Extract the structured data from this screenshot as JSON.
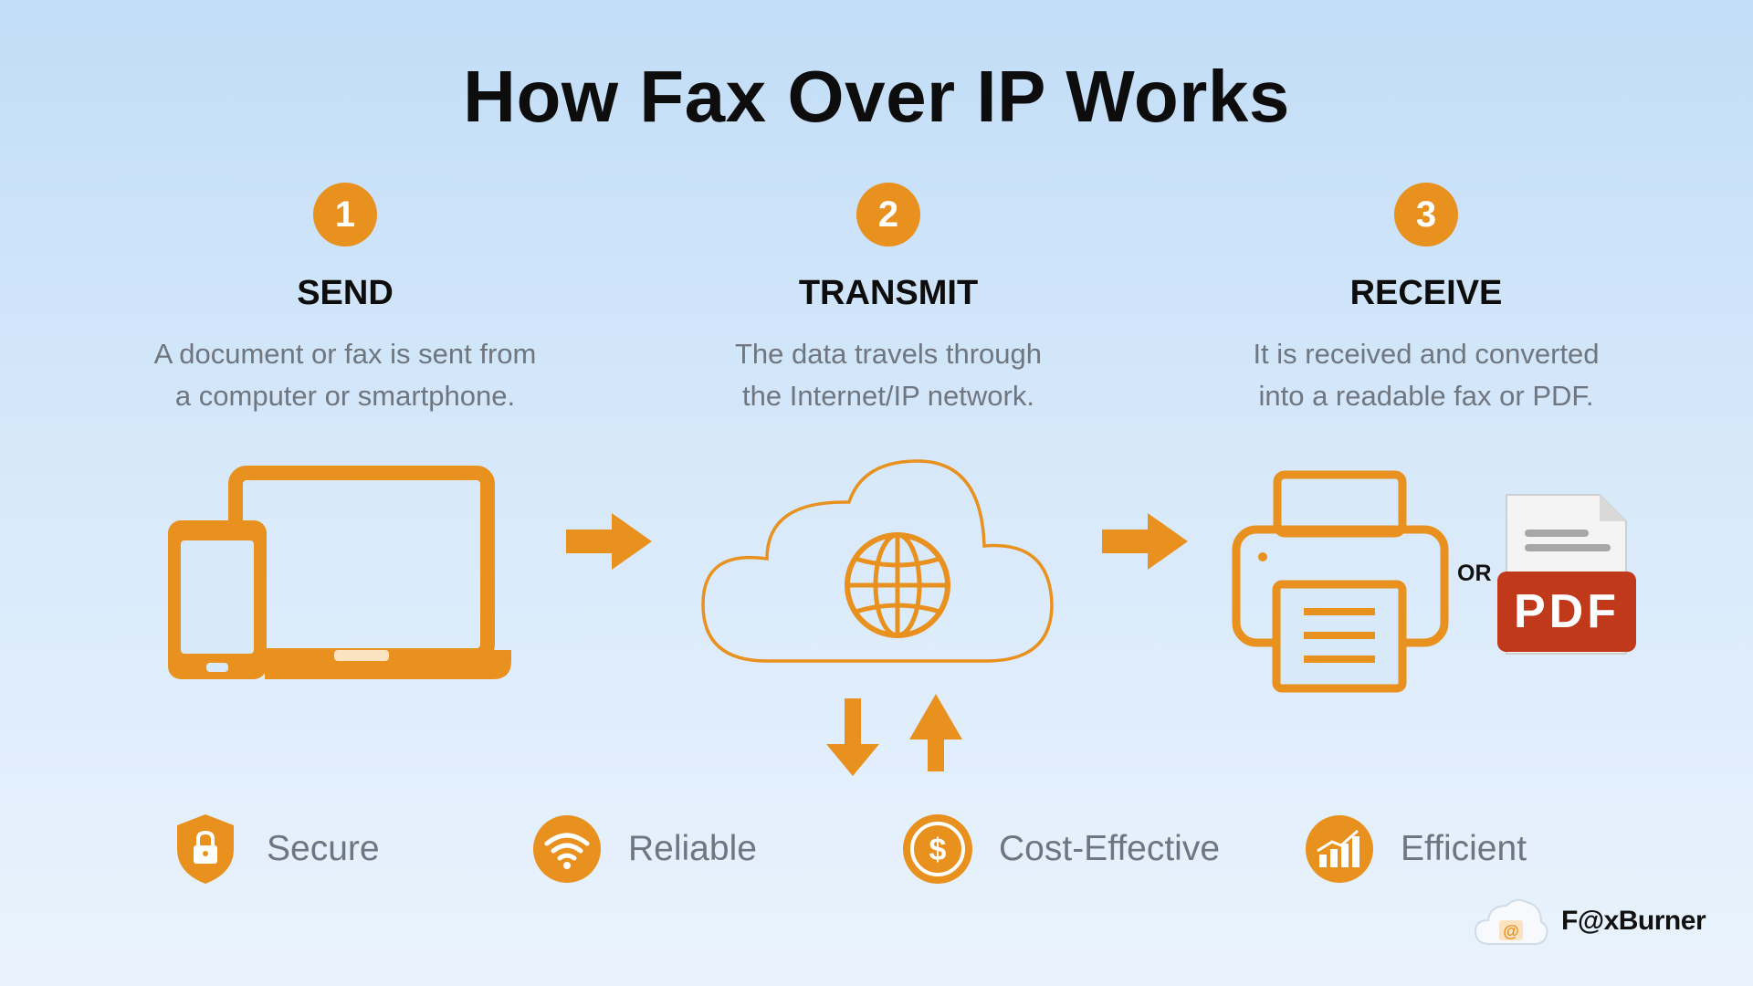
{
  "title": "How Fax Over IP Works",
  "steps": [
    {
      "number": "1",
      "title": "SEND",
      "desc_line1": "A document or fax is sent from",
      "desc_line2": "a computer or smartphone."
    },
    {
      "number": "2",
      "title": "TRANSMIT",
      "desc_line1": "The data travels through",
      "desc_line2": "the Internet/IP network."
    },
    {
      "number": "3",
      "title": "RECEIVE",
      "desc_line1": "It is received and converted",
      "desc_line2": "into a readable fax or PDF."
    }
  ],
  "receive_or": "OR",
  "pdf_label": "PDF",
  "features": [
    {
      "label": "Secure",
      "icon": "shield-lock-icon"
    },
    {
      "label": "Reliable",
      "icon": "wifi-icon"
    },
    {
      "label": "Cost-Effective",
      "icon": "dollar-coin-icon"
    },
    {
      "label": "Efficient",
      "icon": "growth-chart-icon"
    }
  ],
  "brand": {
    "name": "F@xBurner",
    "icon": "cloud-at-icon"
  },
  "colors": {
    "accent": "#e8911f",
    "pdf_red": "#c0391b",
    "text_gray": "#6f7680"
  }
}
